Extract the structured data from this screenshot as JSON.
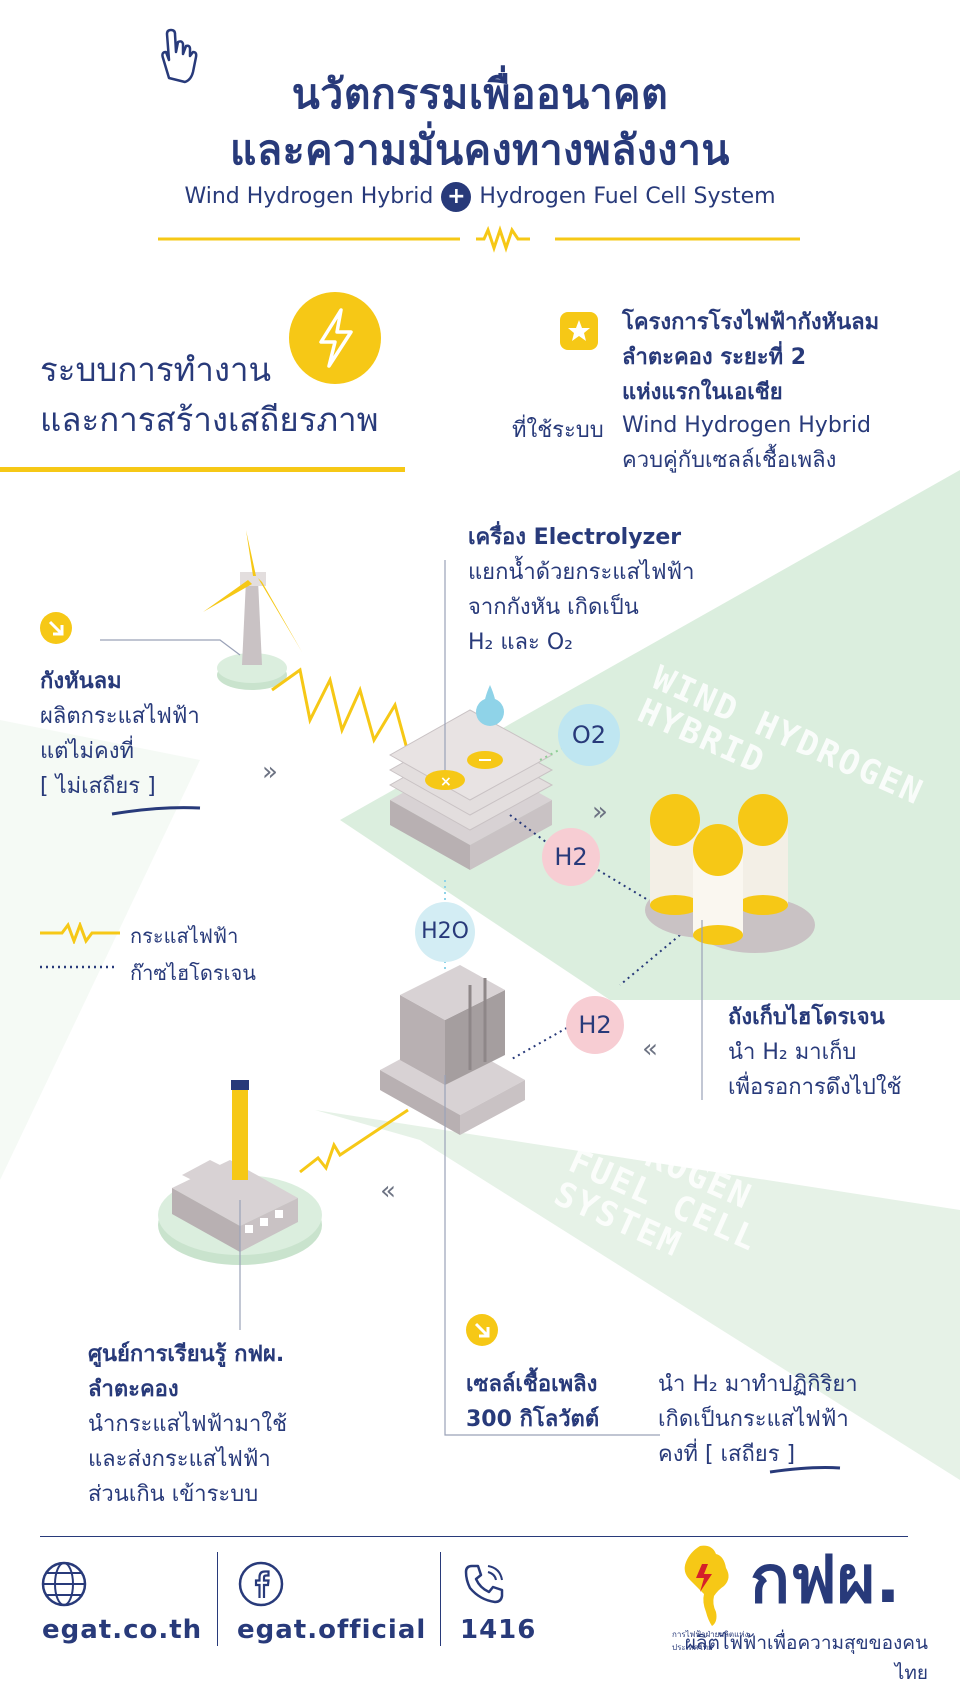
{
  "header": {
    "title_line1": "นวัตกรรมเพื่ออนาคต",
    "title_line2": "และความมั่นคงทางพลังงาน",
    "subtitle_left": "Wind Hydrogen Hybrid",
    "subtitle_plus": "+",
    "subtitle_right": "Hydrogen Fuel Cell System"
  },
  "section": {
    "line1": "ระบบการทำงาน",
    "line2": "และการสร้างเสถียรภาพ"
  },
  "project": {
    "title1": "โครงการโรงไฟฟ้ากังหันลม",
    "title2": "ลำตะคอง ระยะที่ 2",
    "title3": "แห่งแรกในเอเชีย",
    "prefix": "ที่ใช้ระบบ",
    "system": "Wind Hydrogen Hybrid",
    "paired": "ควบคู่กับเซลล์เชื้อเพลิง"
  },
  "electrolyzer": {
    "title": "เครื่อง Electrolyzer",
    "line1": "แยกน้ำด้วยกระแสไฟฟ้า",
    "line2": "จากกังหัน เกิดเป็น",
    "line3": "H₂ และ O₂"
  },
  "wind_turbine": {
    "title": "กังหันลม",
    "line1": "ผลิตกระแสไฟฟ้า",
    "line2": "แต่ไม่คงที่",
    "line3": "[ ไม่เสถียร ]"
  },
  "band_labels": {
    "wind": "WIND HYDROGEN\nHYBRID",
    "fuel": "HYDROGEN\nFUEL CELL\nSYSTEM"
  },
  "molecules": {
    "o2": "O2",
    "h2_top": "H2",
    "h2o": "H2O",
    "h2_bottom": "H2"
  },
  "legend": {
    "electric": "กระแสไฟฟ้า",
    "hydrogen": "ก๊าซไฮโดรเจน"
  },
  "storage": {
    "title": "ถังเก็บไฮโดรเจน",
    "line1": "นำ H₂ มาเก็บ",
    "line2": "เพื่อรอการดึงไปใช้"
  },
  "learning_center": {
    "title1": "ศูนย์การเรียนรู้ กฟผ.",
    "title2": "ลำตะคอง",
    "line1": "นำกระแสไฟฟ้ามาใช้",
    "line2": "และส่งกระแสไฟฟ้า",
    "line3": "ส่วนเกิน เข้าระบบ"
  },
  "fuel_cell": {
    "title1": "เซลล์เชื้อเพลิง",
    "title2": "300 กิโลวัตต์",
    "line1": "นำ H₂ มาทำปฏิกิริยา",
    "line2": "เกิดเป็นกระแสไฟฟ้า",
    "line3": "คงที่ [ เสถียร ]"
  },
  "footer": {
    "website": "egat.co.th",
    "facebook": "egat.official",
    "phone": "1416",
    "logo_text": "กฟผ.",
    "slogan": "ผลิตไฟฟ้าเพื่อความสุขของคนไทย",
    "logo_small": "การไฟฟ้าฝ่ายผลิตแห่งประเทศไทย"
  },
  "colors": {
    "navy": "#283a7a",
    "yellow": "#f6c816",
    "mint": "#dbeede",
    "gray": "#c9c2c4"
  }
}
